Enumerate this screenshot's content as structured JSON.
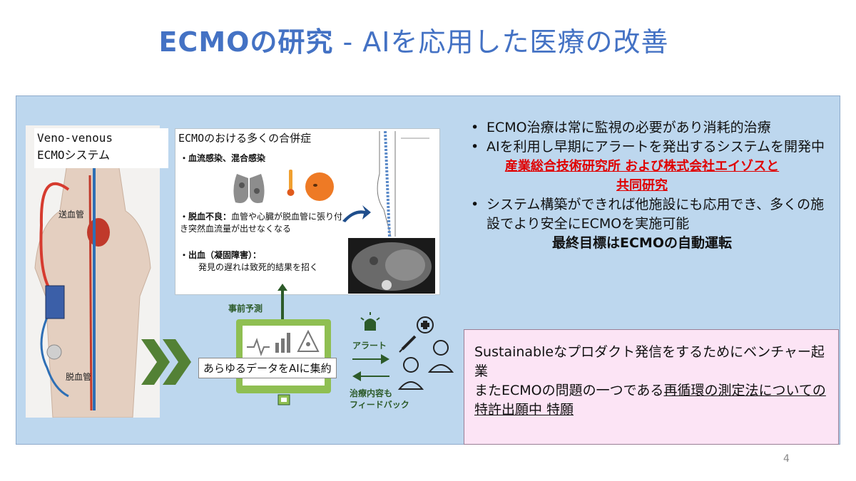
{
  "title": {
    "bold": "ECMOの研究",
    "rest": " - AIを応用した医療の改善"
  },
  "left_image": {
    "caption_line1": "Veno-venous",
    "caption_line2": "ECMOシステム",
    "label_top": "送血管",
    "label_bottom": "脱血管"
  },
  "complications": {
    "title": "ECMOのおける多くの合併症",
    "items": [
      {
        "heading": "・血流感染、混合感染",
        "text": ""
      },
      {
        "heading": "・脱血不良：",
        "text": "血管や心臓が脱血管に張り付き突然血流量が出せなくなる"
      },
      {
        "heading": "・出血（凝固障害）：",
        "text": "発見の遅れは致死的結果を招く"
      }
    ]
  },
  "flow": {
    "pre_prediction": "事前予測",
    "ai_label": "あらゆるデータをAIに集約",
    "alert": "アラート",
    "feedback_line1": "治療内容も",
    "feedback_line2": "フィードバック"
  },
  "bullets": {
    "b1": "ECMO治療は常に監視の必要があり消耗的治療",
    "b2": "AIを利用し早期にアラートを発出するシステムを開発中",
    "collab_line1": "産業総合技術研究所 および株式会社エイゾスと",
    "collab_line2": "共同研究",
    "b3": "システム構築ができれば他施設にも応用でき、多くの施設でより安全にECMOを実施可能",
    "goal": "最終目標はECMOの自動運転"
  },
  "pink": {
    "line1": "Sustainableなプロダクト発信をするためにベンチャー起業",
    "line2_plain": "またECMOの問題の一つである",
    "line2_ul": "再循環の測定法についての特許出願中 特願"
  },
  "page_number": "4",
  "colors": {
    "title": "#4472C4",
    "panel": "#BDD7EE",
    "pink": "#FCE4F5",
    "accent_red": "#e00000",
    "monitor": "#8fbf52"
  }
}
